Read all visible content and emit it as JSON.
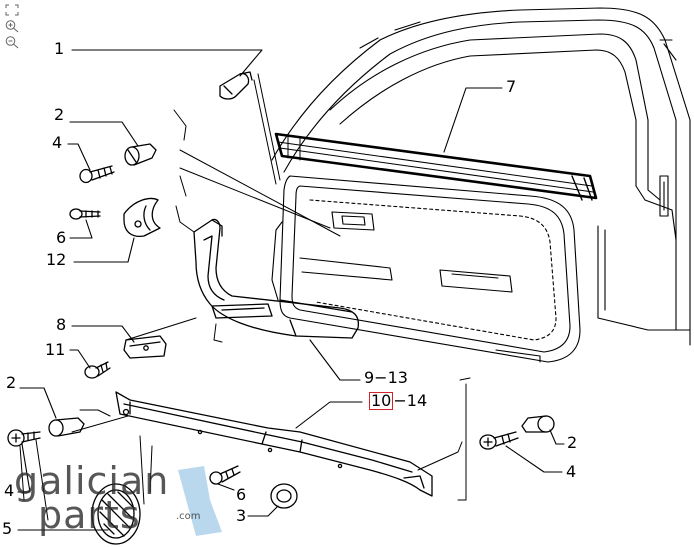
{
  "toolbar": {
    "reset_icon": "fit-view-icon",
    "zoom_in_icon": "zoom-in-icon",
    "zoom_out_icon": "zoom-out-icon"
  },
  "callouts": {
    "c1": "1",
    "c2_top": "2",
    "c4_top": "4",
    "c6_left": "6",
    "c12": "12",
    "c7": "7",
    "c8": "8",
    "c11": "11",
    "c9_13": "9−13",
    "c10_num": "10",
    "c10_range": "−14",
    "c2_left": "2",
    "c4_left": "4",
    "c5": "5",
    "c6_bottom": "6",
    "c3": "3",
    "c2_right": "2",
    "c4_right": "4"
  },
  "highlight_color": "#d0242a",
  "watermark": {
    "line1": "galician",
    "line2": "parts",
    "suffix": ".com",
    "accent": "#7fb8e0"
  }
}
